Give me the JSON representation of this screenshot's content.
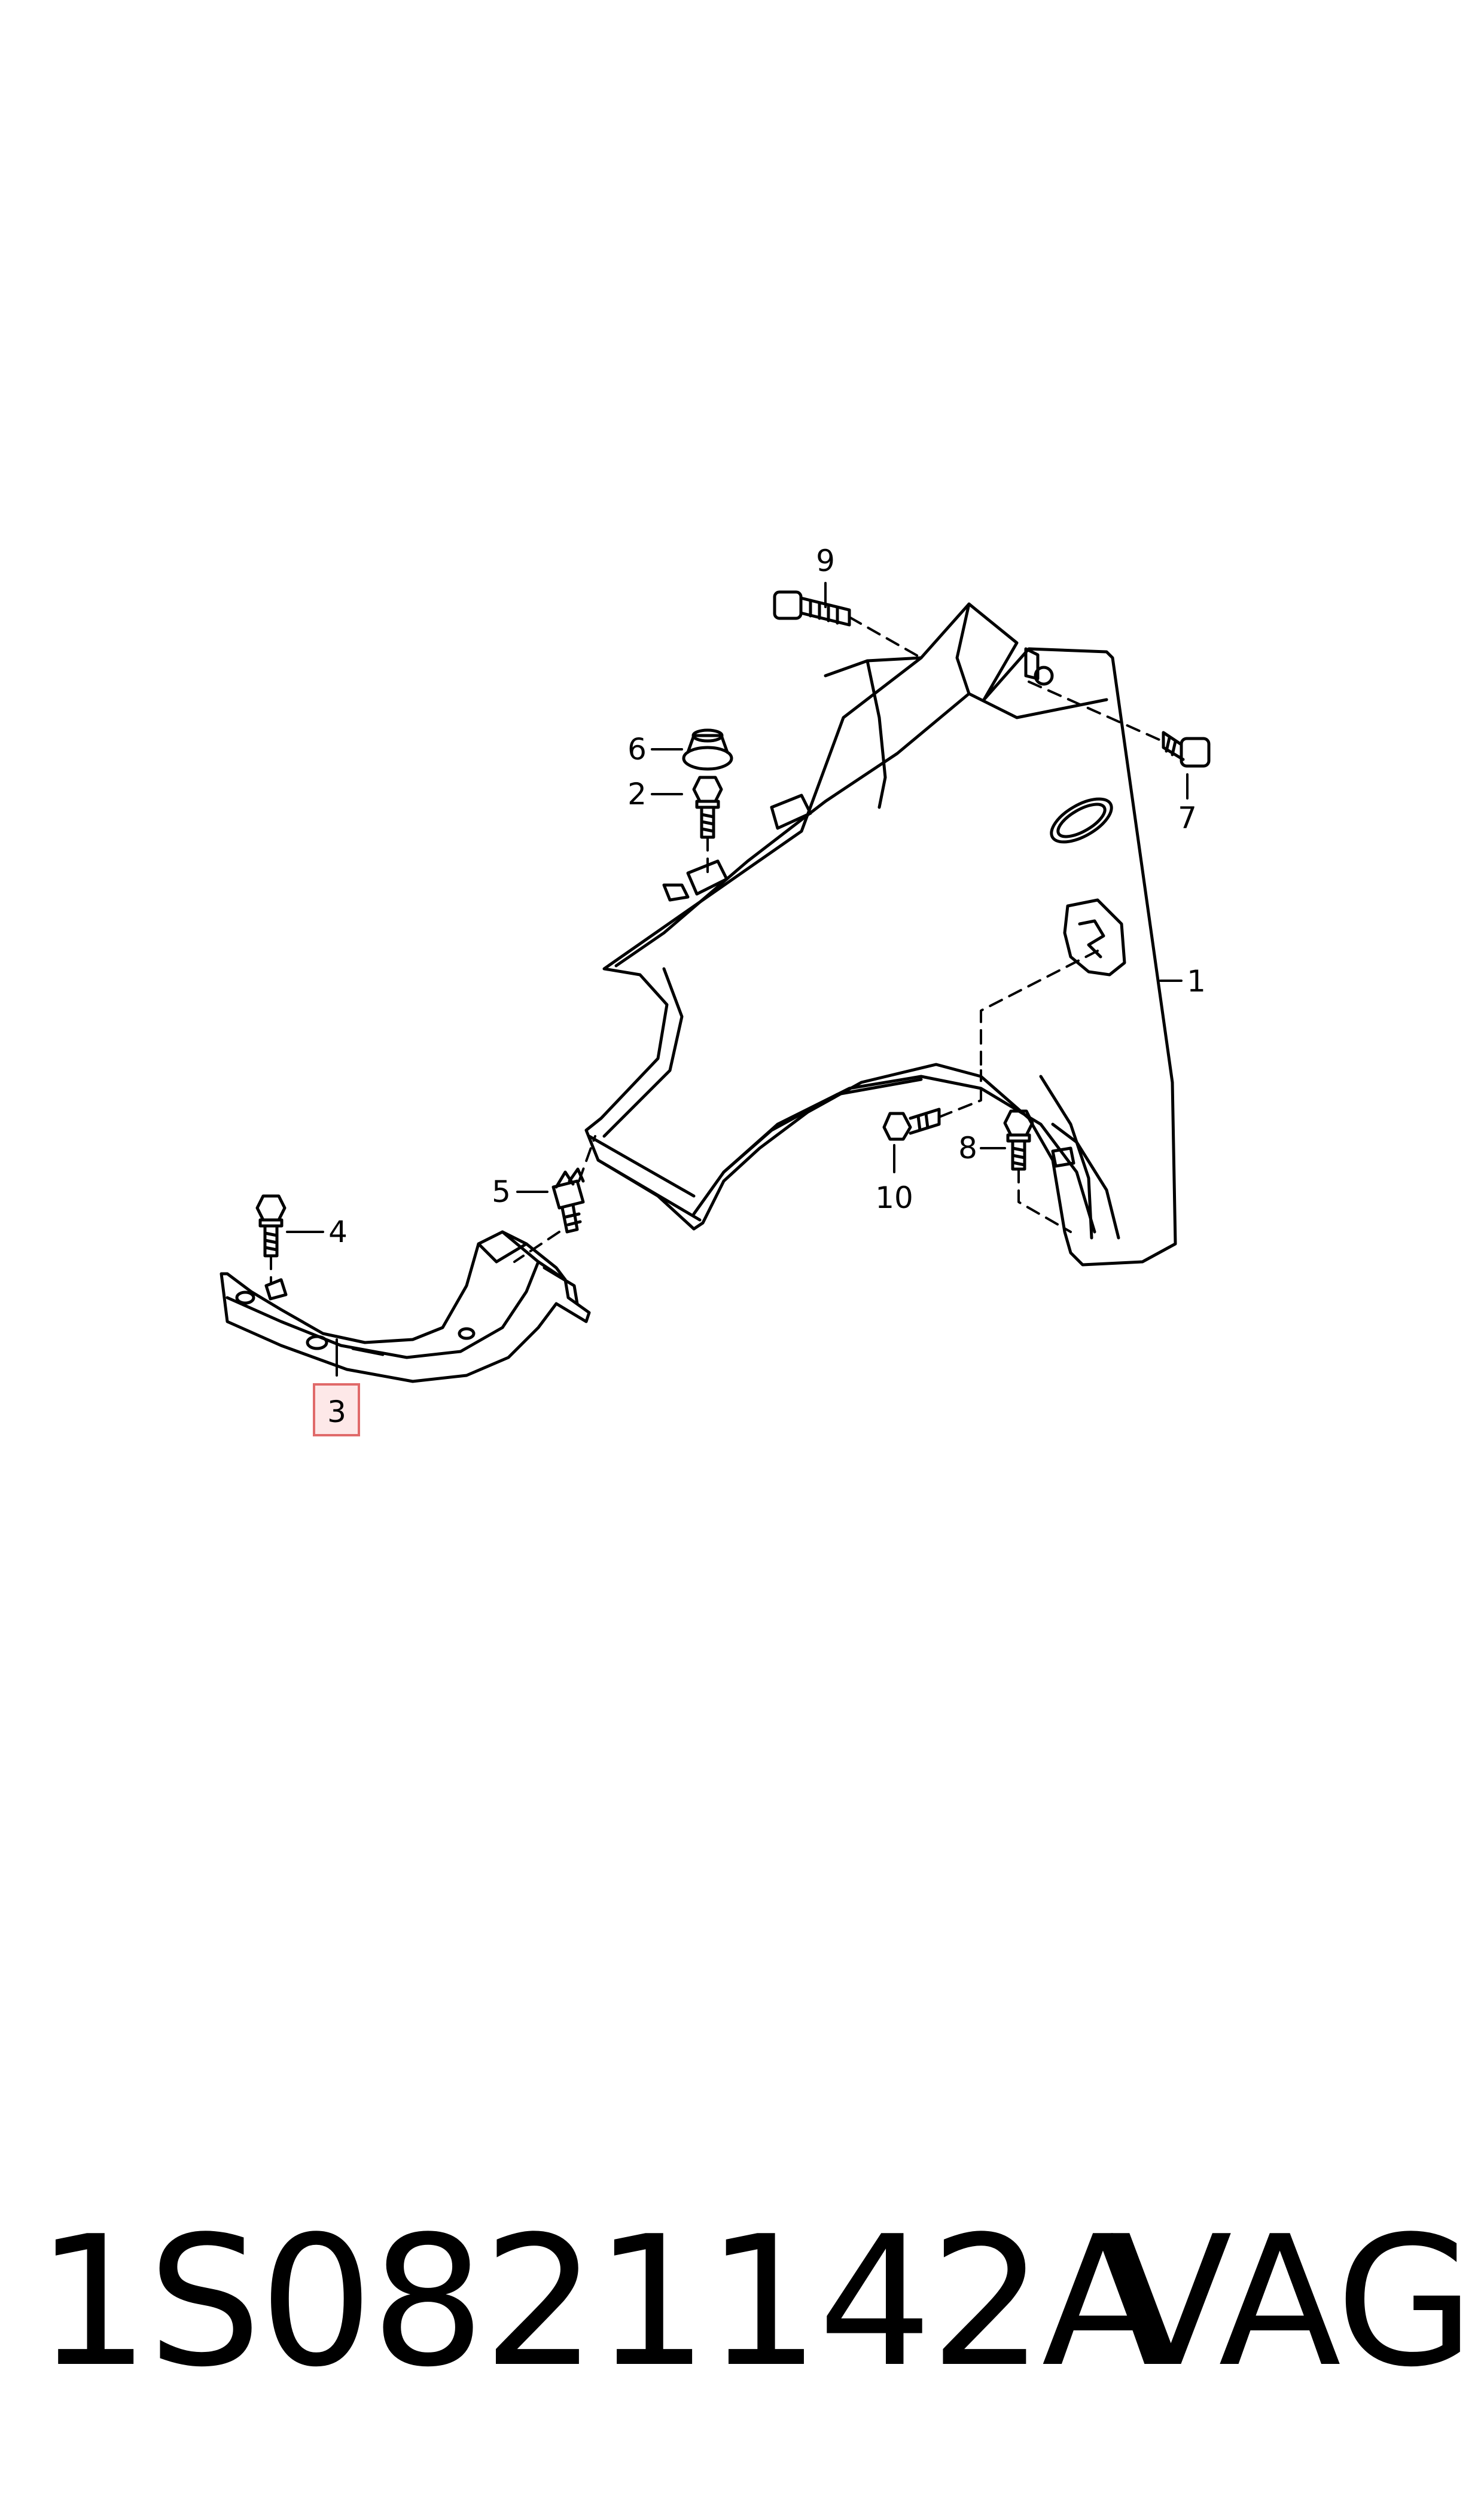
{
  "callouts": {
    "c1": "1",
    "c2": "2",
    "c3": "3",
    "c4": "4",
    "c5": "5",
    "c6": "6",
    "c7": "7",
    "c8": "8",
    "c9": "9",
    "c10": "10"
  },
  "footer": {
    "part_number": "1S0821142A",
    "brand": "VAG"
  },
  "colors": {
    "line": "#000000",
    "highlight_box": "#e06a6a",
    "highlight_fill": "#fde8e8"
  }
}
